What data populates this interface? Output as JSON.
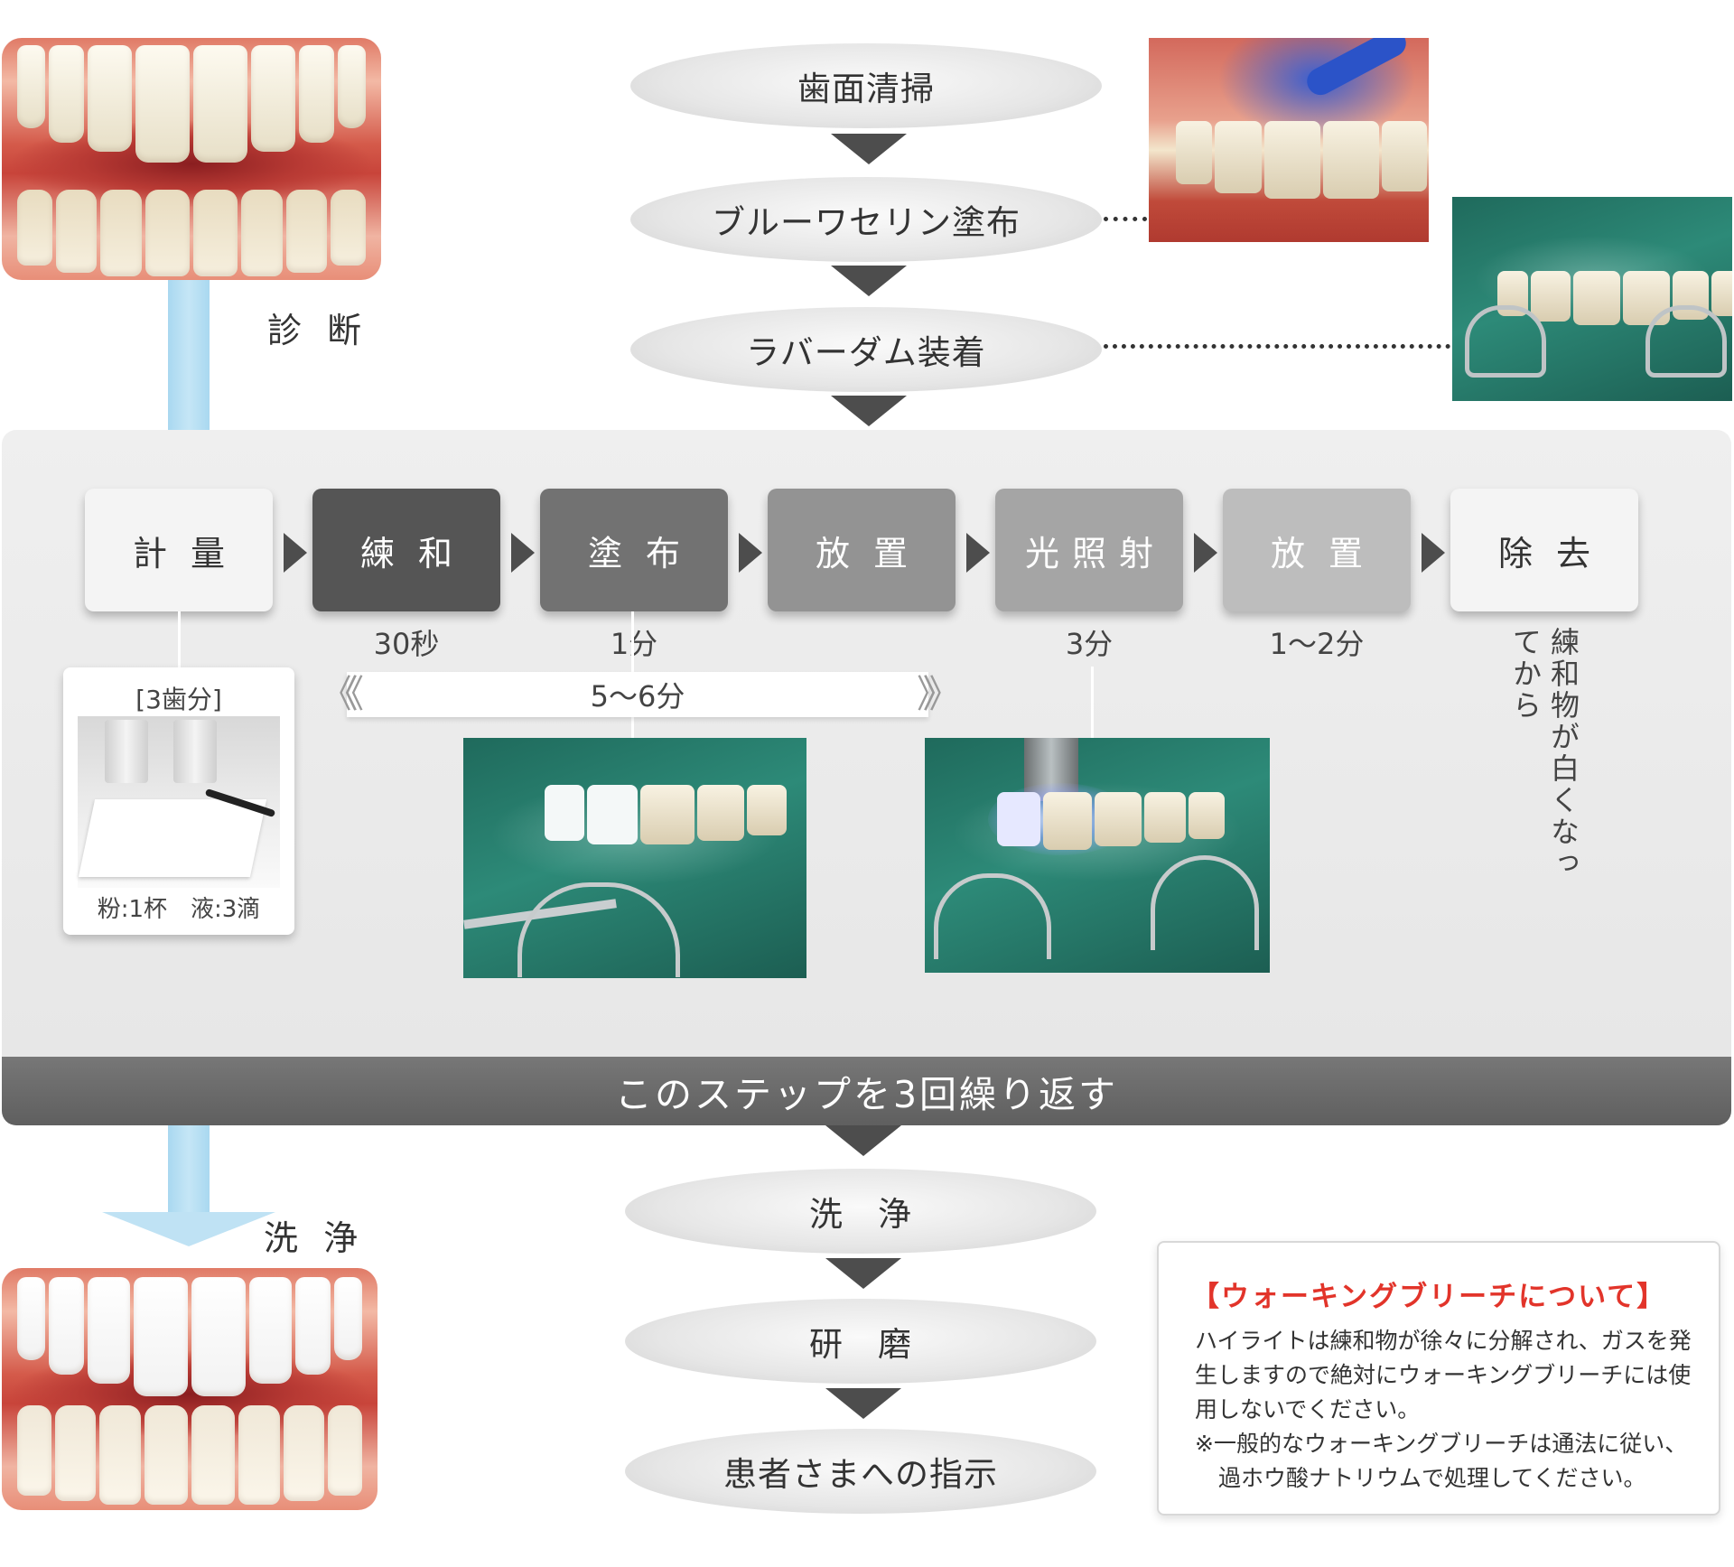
{
  "top_flow": [
    "歯面清掃",
    "ブルーワセリン塗布",
    "ラバーダム装着"
  ],
  "bottom_flow": [
    "洗　浄",
    "研　磨",
    "患者さまへの指示"
  ],
  "side_labels": {
    "diagnosis": "診 断",
    "wash": "洗 浄"
  },
  "steps": [
    {
      "label": "計量",
      "time": "",
      "bg": "#f4f4f4",
      "fg": "#333333"
    },
    {
      "label": "練和",
      "time": "30秒",
      "bg": "#555555",
      "fg": "#ffffff"
    },
    {
      "label": "塗布",
      "time": "1分",
      "bg": "#727272",
      "fg": "#ffffff"
    },
    {
      "label": "放置",
      "time": "",
      "bg": "#939393",
      "fg": "#ffffff"
    },
    {
      "label": "光照射",
      "time": "3分",
      "bg": "#a5a5a5",
      "fg": "#ffffff"
    },
    {
      "label": "放置",
      "time": "1〜2分",
      "bg": "#bdbdbd",
      "fg": "#ffffff"
    },
    {
      "label": "除去",
      "time": "",
      "bg": "#f4f4f4",
      "fg": "#333333"
    }
  ],
  "range_label": "5〜6分",
  "measure": {
    "head": "[3歯分]",
    "foot": "粉:1杯　液:3滴"
  },
  "removal_note": "練和物が白くなってから",
  "repeat_text": "このステップを3回繰り返す",
  "note": {
    "title": "【ウォーキングブリーチについて】",
    "body1": "ハイライトは練和物が徐々に分解され、ガスを発生しますので絶対にウォーキングブリーチには使用しないでください。",
    "body2": "※一般的なウォーキングブリーチは通法に従い、",
    "body3": "過ホウ酸ナトリウムで処理してください。"
  },
  "colors": {
    "arrow": "#4d4d4d",
    "blue_bar": "#bfe2f4",
    "note_title": "#e2342a"
  }
}
